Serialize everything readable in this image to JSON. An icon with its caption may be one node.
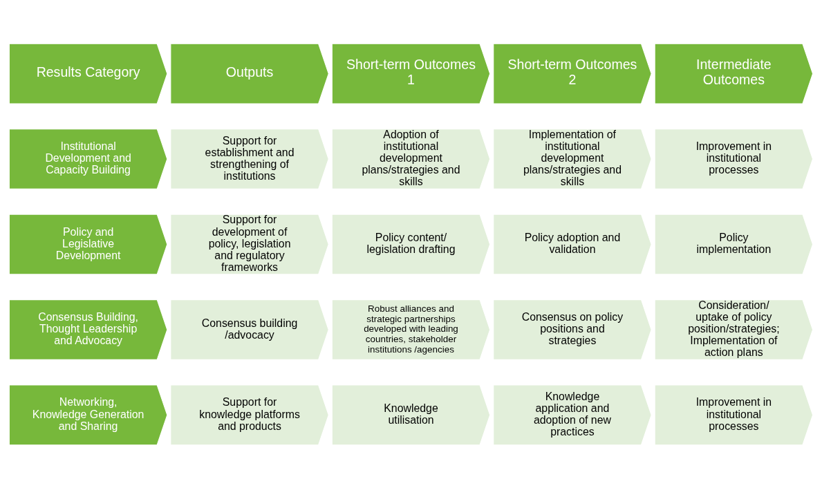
{
  "diagram": {
    "nodes": [
      {
        "text": [
          "Results Category"
        ]
      },
      {
        "text": [
          "Outputs"
        ]
      },
      {
        "text": [
          "Short-term Outcomes 1"
        ]
      },
      {
        "text": [
          "Short-term Outcomes 2"
        ]
      },
      {
        "text": [
          "Intermediate Outcomes"
        ]
      },
      {
        "text": [
          "Institutional Development and Capacity Building"
        ]
      },
      {
        "text": [
          "Support for establishment and strengthening of institutions"
        ]
      },
      {
        "text": [
          "Adoption of institutional development plans/strategies and skills"
        ]
      },
      {
        "text": [
          "Implementation of institutional development plans/strategies and skills"
        ]
      },
      {
        "text": [
          "Improvement in institutional processes"
        ]
      },
      {
        "text": [
          "Policy and Legislative Development"
        ]
      },
      {
        "text": [
          "Support for development of policy, legislation and regulatory frameworks"
        ]
      },
      {
        "text": [
          "Policy content/ legislation drafting"
        ]
      },
      {
        "text": [
          "Policy adoption and validation"
        ]
      },
      {
        "text": [
          "Policy implementation"
        ]
      },
      {
        "text": [
          "Consensus Building, Thought Leadership and Advocacy"
        ]
      },
      {
        "text": [
          "Consensus building /advocacy"
        ]
      },
      {
        "text": [
          "Robust alliances and strategic partnerships developed with leading countries, stakeholder institutions /agencies"
        ]
      },
      {
        "text": [
          "Consensus on policy positions and strategies"
        ]
      },
      {
        "text": [
          "Consideration/ uptake of policy position/strategies; Implementation of action plans"
        ]
      },
      {
        "text": [
          "Networking, Knowledge Generation and Sharing"
        ]
      },
      {
        "text": [
          "Support for knowledge platforms and products"
        ]
      },
      {
        "text": [
          "Knowledge utilisation"
        ]
      },
      {
        "text": [
          "Knowledge application and adoption of new practices"
        ]
      },
      {
        "text": [
          "Improvement in institutional processes"
        ]
      }
    ]
  }
}
